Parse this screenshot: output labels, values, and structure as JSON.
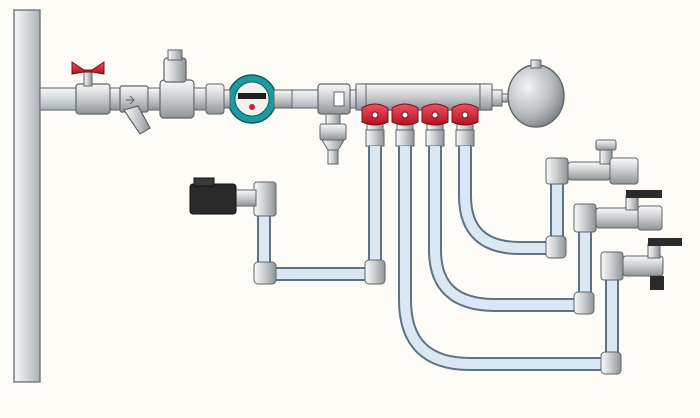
{
  "diagram": {
    "colors": {
      "background": "#fdfcf7",
      "pipe_fill": "#d4d9dd",
      "pipe_stroke": "#6f767b",
      "hose_fill": "#dbe8f3",
      "hose_stroke": "#5f7384",
      "valve_red": "#d32233",
      "fitting": "#c9cbcd",
      "brass": "#bfc0c0",
      "meter_teal": "#1c9aa2",
      "meter_face": "#f3f3ee",
      "tank": "#c3c6c9",
      "sensor_black": "#2a2a2a"
    },
    "components": {
      "riser": "vertical-riser-pipe",
      "main_valve": "ball-valve-red-handle",
      "strainer": "y-strainer",
      "reducer": "pressure-reducer",
      "meter": "water-meter",
      "check": "check-valve",
      "drain": "drain-tap",
      "manifold": "distribution-manifold",
      "branch_valves": [
        "branch-valve-1",
        "branch-valve-2",
        "branch-valve-3",
        "branch-valve-4"
      ],
      "tank": "expansion-tank",
      "sensor": "pressure-switch",
      "outlets": [
        "outlet-valve-1",
        "outlet-valve-2",
        "outlet-valve-3"
      ]
    }
  }
}
